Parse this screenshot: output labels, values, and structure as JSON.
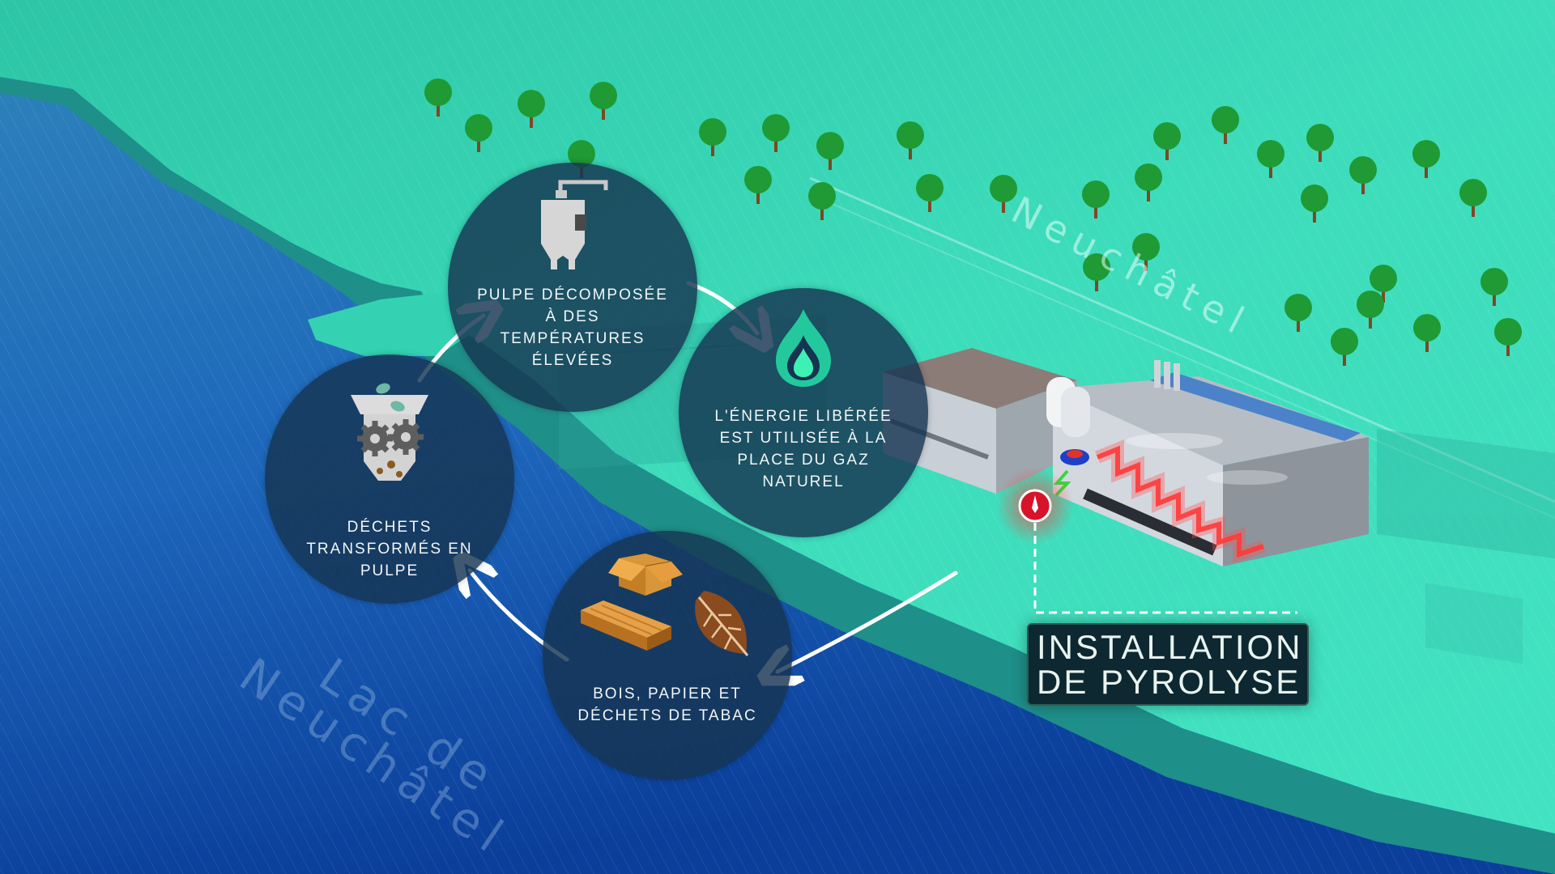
{
  "labels": {
    "city": "Neuchâtel",
    "lake_line1": "Lac de",
    "lake_line2": "Neuchâtel"
  },
  "cycle_steps": [
    {
      "id": "pulpe-decomposee",
      "icon": "reactor-tank-icon",
      "text": "Pulpe décomposée à des températures élevées"
    },
    {
      "id": "energie",
      "icon": "flame-icon",
      "text": "L'énergie libérée est utilisée à la place du gaz naturel"
    },
    {
      "id": "bois-papier",
      "icon": "box-wood-leaf-icon",
      "text": "Bois, papier et déchets de tabac"
    },
    {
      "id": "dechets-pulpe",
      "icon": "hopper-gears-icon",
      "text": "Déchets transformés en pulpe"
    }
  ],
  "callout": {
    "line1": "INSTALLATION",
    "line2": "DE PYROLYSE"
  },
  "colors": {
    "land": "#3ad8b8",
    "lake": "#1a63b8",
    "circle": "#163450",
    "flame": "#2fe0a8",
    "marker": "#d7132a",
    "heat": "#ff3a3a"
  }
}
